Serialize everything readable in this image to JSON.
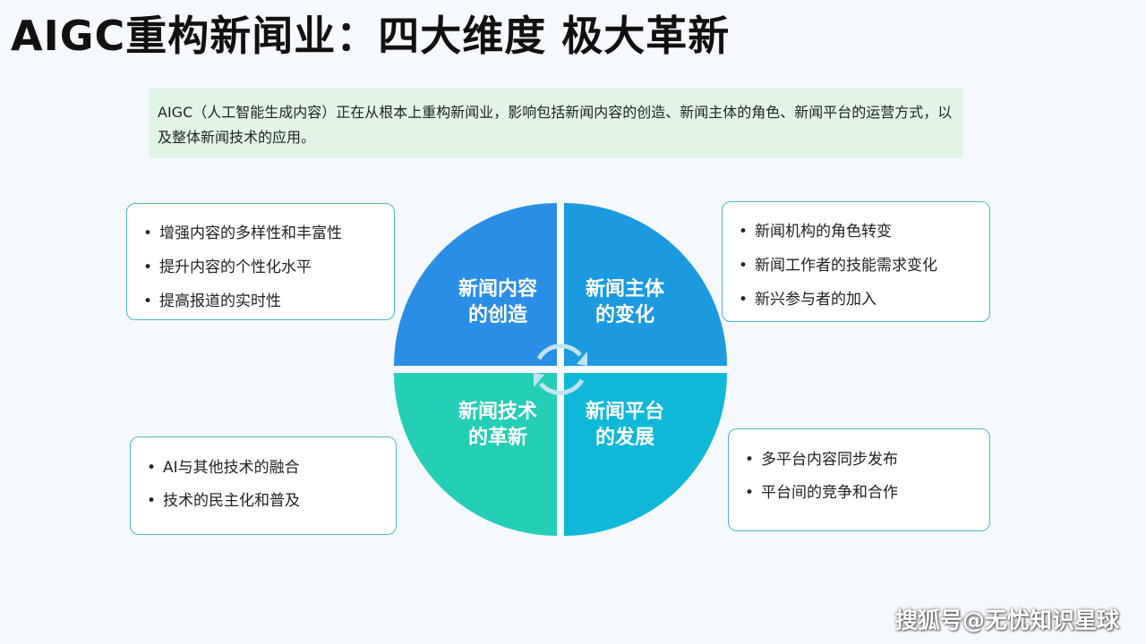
{
  "title": "AIGC重构新闻业：四大维度 极大革新",
  "intro": "AIGC（人工智能生成内容）正在从根本上重构新闻业，影响包括新闻内容的创造、新闻主体的角色、新闻平台的运营方式，以及整体新闻技术的应用。",
  "quadrants": {
    "top_left": {
      "line1": "新闻内容",
      "line2": "的创造",
      "color": "#2a8ee6"
    },
    "top_right": {
      "line1": "新闻主体",
      "line2": "的变化",
      "color": "#1c9ae0"
    },
    "bottom_left": {
      "line1": "新闻技术",
      "line2": "的革新",
      "color": "#24cdb6"
    },
    "bottom_right": {
      "line1": "新闻平台",
      "line2": "的发展",
      "color": "#10b8d8"
    }
  },
  "boxes": {
    "top_left": [
      "增强内容的多样性和丰富性",
      "提升内容的个性化水平",
      "提高报道的实时性"
    ],
    "top_right": [
      "新闻机构的角色转变",
      "新闻工作者的技能需求变化",
      "新兴参与者的加入"
    ],
    "bottom_left": [
      "AI与其他技术的融合",
      "技术的民主化和普及"
    ],
    "bottom_right": [
      "多平台内容同步发布",
      "平台间的竞争和合作"
    ]
  },
  "watermark": "搜狐号@无忧知识星球",
  "colors": {
    "box_border": "#4bb8c6",
    "intro_bg": "#e0f5e6",
    "arrow": "#bfe3f2"
  }
}
